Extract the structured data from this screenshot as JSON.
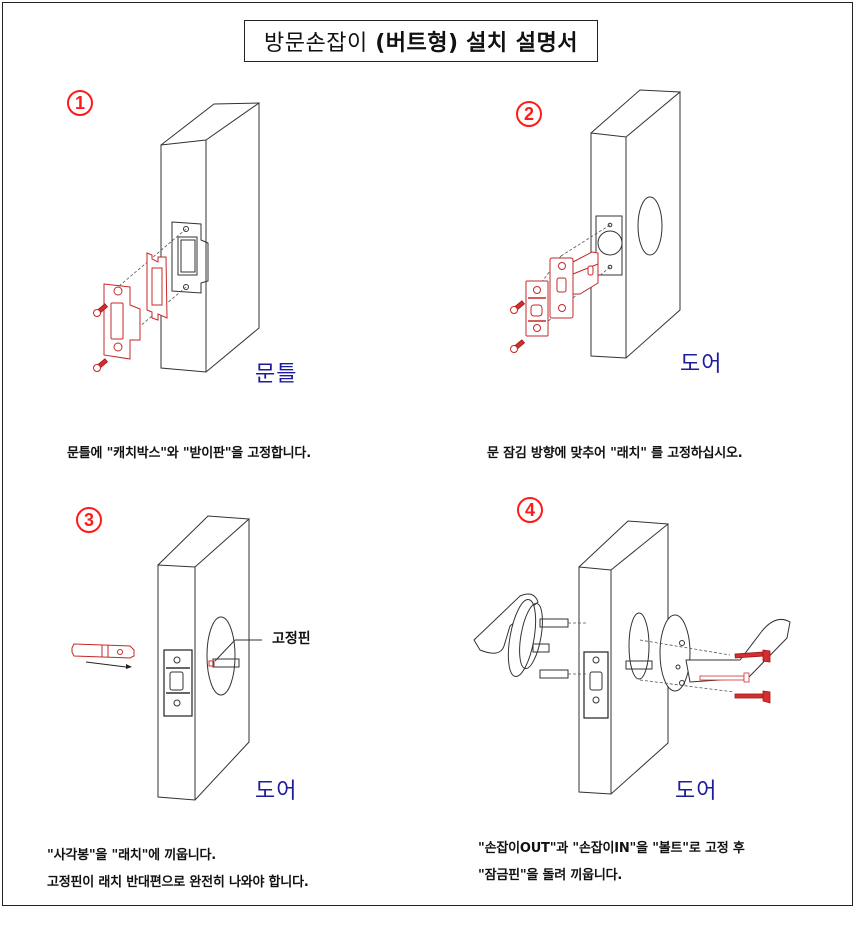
{
  "document": {
    "title_regular": "방문손잡이",
    "title_bold": "(버트형)",
    "title_suffix": "설치 설명서"
  },
  "steps": [
    {
      "number": "1",
      "label": "문틀",
      "caption_lines": [
        "문틀에 \"캐치박스\"와 \"받이판\"을 고정합니다."
      ]
    },
    {
      "number": "2",
      "label": "도어",
      "caption_lines": [
        "문 잠김 방향에 맞추어 \"래치\" 를 고정하십시오."
      ]
    },
    {
      "number": "3",
      "label": "도어",
      "callout": "고정핀",
      "caption_lines": [
        "\"사각봉\"을 \"래치\"에 끼웁니다.",
        "고정핀이 래치 반대편으로 완전히 나와야 합니다."
      ]
    },
    {
      "number": "4",
      "label": "도어",
      "caption_lines": [
        "\"손잡이OUT\"과 \"손잡이IN\"을 \"볼트\"로 고정 후",
        "\"잠금핀\"을 돌려 끼웁니다."
      ]
    }
  ],
  "colors": {
    "step_number": "#ff1a1a",
    "part_highlight": "#c62828",
    "label_blue": "#1c1c9c",
    "line": "#333333"
  }
}
